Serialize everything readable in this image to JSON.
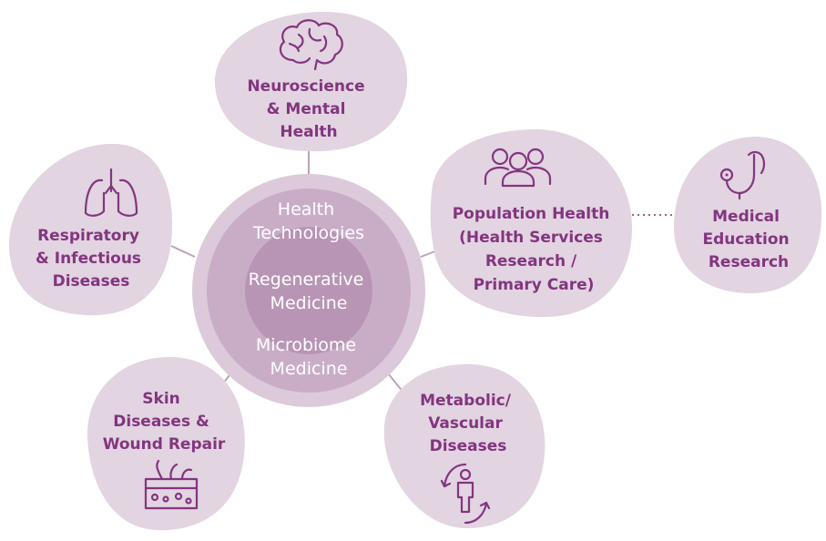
{
  "core": {
    "layers": [
      {
        "lines": [
          "Health",
          "Technologies"
        ]
      },
      {
        "lines": [
          "Regenerative",
          "Medicine"
        ]
      },
      {
        "lines": [
          "Microbiome",
          "Medicine"
        ]
      }
    ]
  },
  "nodes": {
    "neuro": {
      "lines": [
        "Neuroscience",
        "& Mental",
        "Health"
      ],
      "icon": "brain-icon"
    },
    "population": {
      "lines": [
        "Population Health",
        "(Health Services",
        "Research /",
        "Primary Care)"
      ],
      "icon": "people-group-icon"
    },
    "medical_education": {
      "lines": [
        "Medical",
        "Education",
        "Research"
      ],
      "icon": "stethoscope-icon"
    },
    "respiratory": {
      "lines": [
        "Respiratory",
        "& Infectious",
        "Diseases"
      ],
      "icon": "lungs-icon"
    },
    "skin": {
      "lines": [
        "Skin",
        "Diseases &",
        "Wound Repair"
      ],
      "icon": "skin-layers-icon"
    },
    "metabolic": {
      "lines": [
        "Metabolic/",
        "Vascular",
        "Diseases"
      ],
      "icon": "person-cycle-icon"
    }
  },
  "colors": {
    "text": "#83357f",
    "blob": "#e2d4e1",
    "core_outer": "#dccadb",
    "core_mid": "#c9adc7",
    "core_inner": "#b894b5"
  }
}
